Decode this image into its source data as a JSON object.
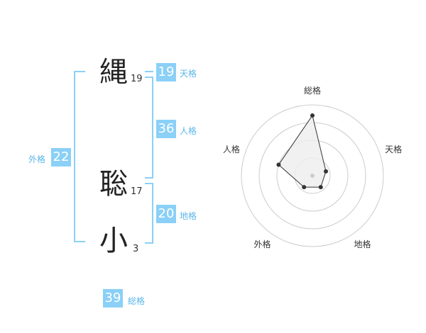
{
  "name": {
    "chars": [
      {
        "char": "縄",
        "strokes": "19"
      },
      {
        "char": "聡",
        "strokes": "17"
      },
      {
        "char": "小",
        "strokes": "3"
      }
    ]
  },
  "fortune": {
    "tenkaku": {
      "label": "天格",
      "value": "19"
    },
    "jinkaku": {
      "label": "人格",
      "value": "36"
    },
    "chikaku": {
      "label": "地格",
      "value": "20"
    },
    "gaikaku": {
      "label": "外格",
      "value": "22"
    },
    "soukaku": {
      "label": "総格",
      "value": "39"
    }
  },
  "chart_data": {
    "type": "radar",
    "axes": [
      "総格",
      "天格",
      "地格",
      "外格",
      "人格"
    ],
    "values": [
      0.85,
      0.2,
      0.2,
      0.2,
      0.5
    ],
    "rings": 4,
    "colors": {
      "fill": "#eeeeee",
      "stroke": "#333333",
      "grid": "#cccccc",
      "point": "#333333"
    }
  }
}
